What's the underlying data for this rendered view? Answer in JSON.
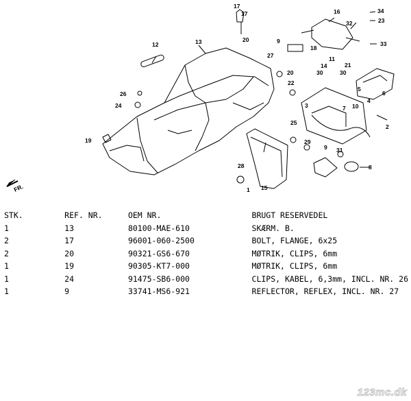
{
  "diagram": {
    "direction_label": "FR.",
    "callouts": [
      "1",
      "2",
      "3",
      "4",
      "5",
      "6",
      "7",
      "8",
      "9",
      "10",
      "11",
      "12",
      "13",
      "14",
      "15",
      "16",
      "17",
      "18",
      "19",
      "20",
      "21",
      "22",
      "23",
      "24",
      "25",
      "26",
      "27",
      "28",
      "29",
      "30",
      "31",
      "32",
      "33",
      "34"
    ]
  },
  "table": {
    "headers": [
      "STK.",
      "REF. NR.",
      "OEM NR.",
      "BRUGT RESERVEDEL"
    ],
    "rows": [
      [
        "1",
        "13",
        "80100-MAE-610",
        "SKÆRM. B."
      ],
      [
        "2",
        "17",
        "96001-060-2500",
        "BOLT, FLANGE, 6x25"
      ],
      [
        "2",
        "20",
        "90321-GS6-670",
        "MØTRIK, CLIPS, 6mm"
      ],
      [
        "1",
        "19",
        "90305-KT7-000",
        "MØTRIK, CLIPS, 6mm"
      ],
      [
        "1",
        "24",
        "91475-SB6-000",
        "CLIPS, KABEL, 6,3mm, INCL. NR. 26"
      ],
      [
        "1",
        "9",
        "33741-MS6-921",
        "REFLECTOR, REFLEX, INCL. NR. 27"
      ]
    ]
  },
  "watermark": "123mc.dk"
}
